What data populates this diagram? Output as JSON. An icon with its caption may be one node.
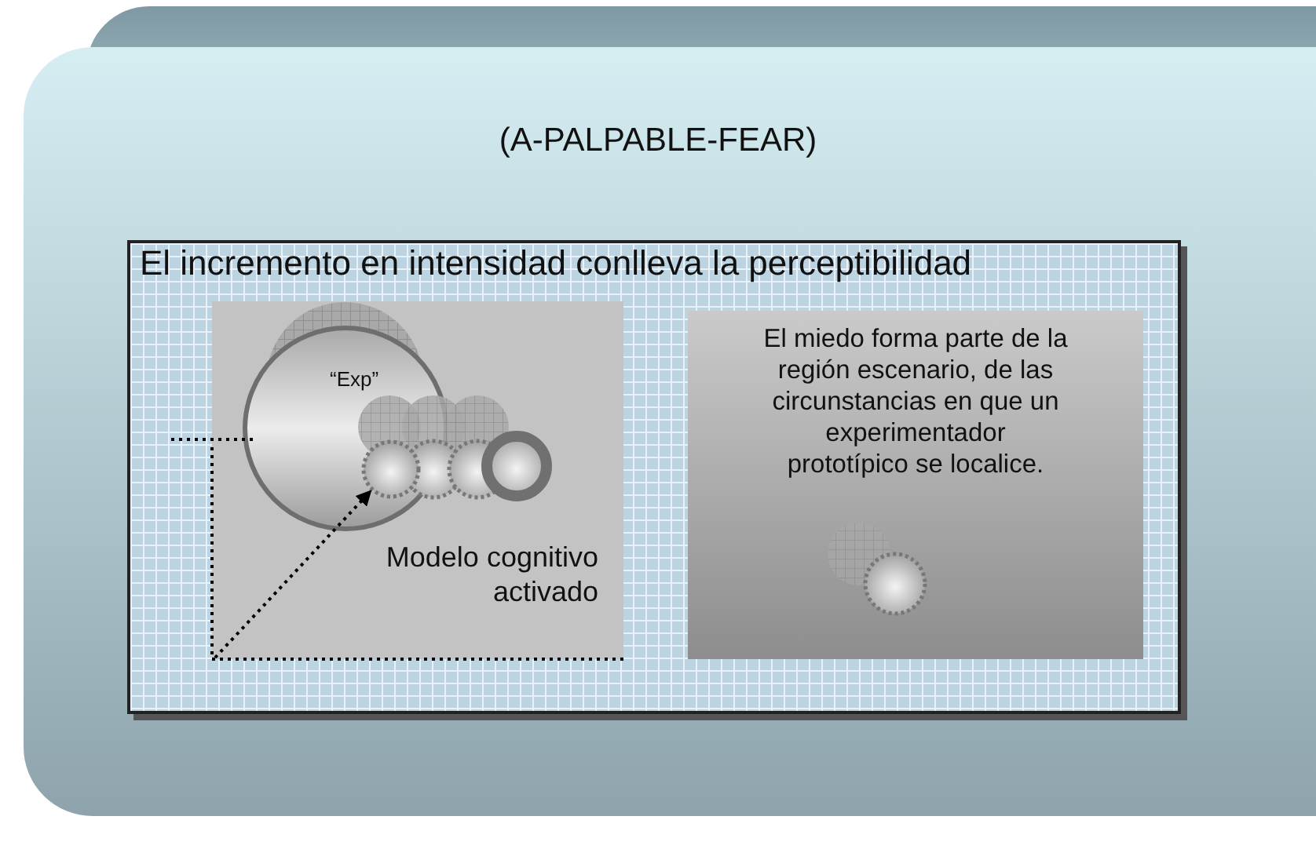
{
  "diagram": {
    "title": "(A-PALPABLE-FEAR)",
    "nodes": [
      {
        "text": [
          "El incremento en intensidad conlleva la perceptibilidad"
        ]
      },
      {
        "text": [
          "Modelo cognitivo activado"
        ],
        "in": 0
      },
      {
        "text": [
          "“Exp”"
        ],
        "in": 1
      },
      {
        "text": [
          "El miedo forma parte de la región escenario, de las circunstancias en que un experimentador prototípico se localice."
        ],
        "in": 0
      },
      {
        "text": [],
        "shape": "circle",
        "in": 2
      }
    ],
    "edges": [
      {
        "from": null,
        "to": 4,
        "arrow": "to",
        "style": "dashed"
      }
    ]
  }
}
